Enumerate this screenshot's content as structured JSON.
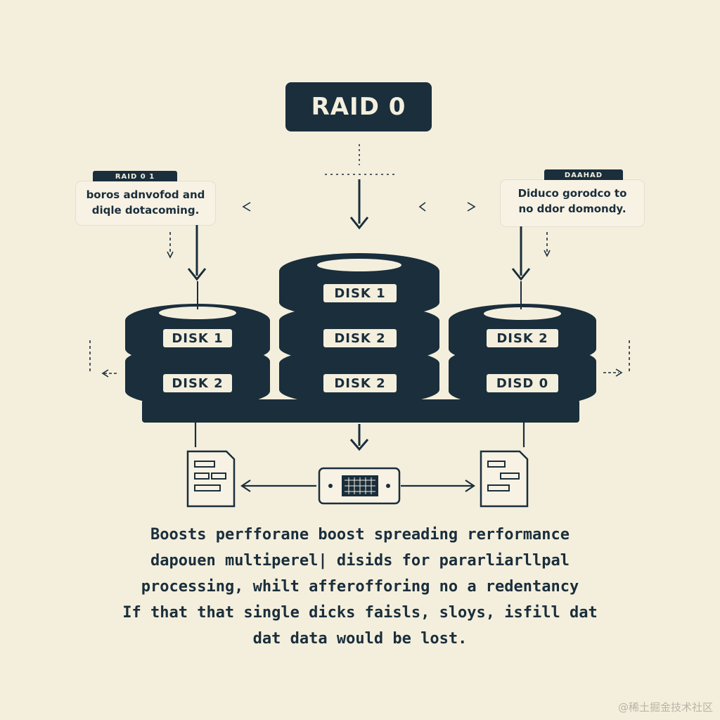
{
  "title": "RAID 0",
  "left_note": {
    "tab": "RAID 0 1",
    "lines": [
      "boros adnvofod and",
      "diqle dotacoming."
    ]
  },
  "right_note": {
    "tab": "DAAHAD",
    "lines": [
      "Diduco gorodco to",
      "no ddor domondy."
    ]
  },
  "disks": {
    "left_top": "DISK 1",
    "left_bottom": "DISK 2",
    "center_top": "DISK 1",
    "center_middle": "DISK 2",
    "center_bottom": "DISK 2",
    "right_top": "DISK 2",
    "right_bottom": "DISD 0"
  },
  "caption_lines": [
    "Boosts perfforane boost spreading rerformance",
    "dapouen  multiperel| disids for pararliarllpal",
    "processing, whilt afferofforing no a redentancy",
    "If that that single dicks faisls, sloys, isfill dat",
    "dat data would be lost."
  ],
  "watermark": "@稀土掘金技术社区",
  "colors": {
    "background": "#f4efdd",
    "ink": "#1a2e3c"
  }
}
